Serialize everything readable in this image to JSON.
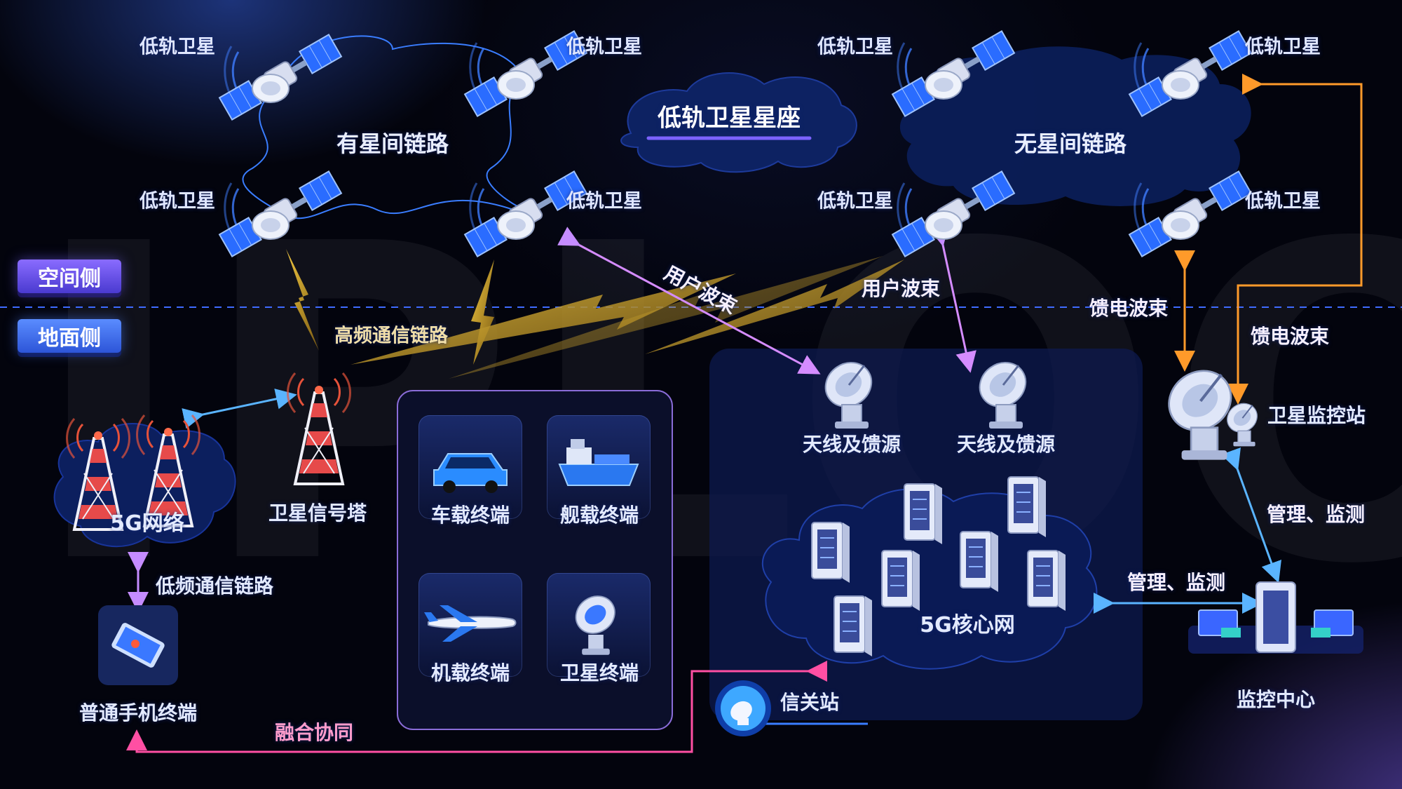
{
  "watermark": "IPLOOK",
  "sides": {
    "space": "空间侧",
    "ground": "地面侧"
  },
  "constellation": {
    "title": "低轨卫星星座"
  },
  "satellites": {
    "label": "低轨卫星",
    "isl_group": "有星间链路",
    "no_isl_group": "无星间链路"
  },
  "links": {
    "high_freq": "高频通信链路",
    "low_freq": "低频通信链路",
    "user_beam_1": "用户波束",
    "user_beam_2": "用户波束",
    "feeder_beam_1": "馈电波束",
    "feeder_beam_2": "馈电波束",
    "mgmt_1": "管理、监测",
    "mgmt_2": "管理、监测",
    "fusion": "融合协同"
  },
  "ground": {
    "network_5g": "5G网络",
    "sat_tower": "卫星信号塔",
    "phone": "普通手机终端",
    "vehicle": "车载终端",
    "ship": "舰载终端",
    "aircraft": "机载终端",
    "sat_terminal": "卫星终端",
    "antenna_1": "天线及馈源",
    "antenna_2": "天线及馈源",
    "core": "5G核心网",
    "gateway": "信关站",
    "monitor_station": "卫星监控站",
    "monitor_center": "监控中心"
  },
  "colors": {
    "user_beam": "#d58cff",
    "feeder_beam": "#ff9a2a",
    "mgmt": "#5ab4ff",
    "fusion": "#ff4fa3",
    "high_freq": "#d9b23a",
    "isl_line": "#3a7dff"
  }
}
